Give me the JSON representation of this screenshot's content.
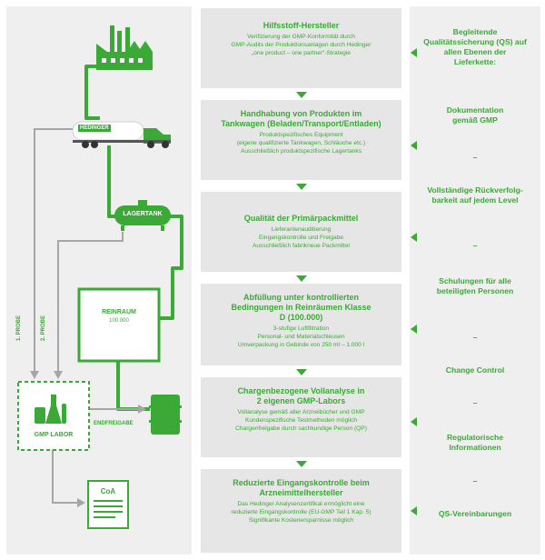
{
  "left": {
    "truck_brand": "HEDINGER",
    "tank_label": "LAGERTANK",
    "cleanroom_title": "REINRAUM",
    "cleanroom_sub": "100.000",
    "probe1": "1. PROBE",
    "probe2": "2. PROBE",
    "lab_label": "GMP LABOR",
    "release_label": "ENDFREIGABE",
    "coa_label": "CoA"
  },
  "steps": [
    {
      "title": "Hilfsstoff-Hersteller",
      "lines": [
        "Verifizierung der GMP-Konformität durch",
        "GMP-Audits der Produktionsanlagen durch  Hedinger",
        "„one product – one partner“-Strategie"
      ]
    },
    {
      "title": "Handhabung von Produkten im Tankwagen (Beladen/Transport/Entladen)",
      "lines": [
        "Produktspezifisches Equipment",
        "(eigene qualifizierte Tankwagen, Schläuche etc.)",
        "Ausschließlich produktspezifische Lagertanks"
      ]
    },
    {
      "title": "Qualität der Primärpackmittel",
      "lines": [
        "Lieferantenauditierung",
        "Eingangskontrolle und Freigabe",
        "Ausschließlich fabrikneue Packmittel"
      ]
    },
    {
      "title": "Abfüllung unter kontrollierten Bedingungen in Reinräumen Klasse D (100.000)",
      "lines": [
        "3-stufige Luftfiltration",
        "Personal- und Materialschleusen",
        "Umverpackung in Gebinde von 250 ml – 1.000 l"
      ]
    },
    {
      "title": "Chargenbezogene Vollanalyse in 2 eigenen GMP-Labors",
      "lines": [
        "Vollanalyse gemäß aller Arzneibücher und GMP",
        "Kundenspezifische Testmethoden möglich",
        "Chargenfreigabe durch sachkundige Person (QP)"
      ]
    },
    {
      "title": "Reduzierte Eingangskontrolle beim Arzneimittelhersteller",
      "lines": [
        "Das Hedinger Analysenzertifikat ermöglicht eine",
        "reduzierte Eingangskontrolle (EU-GMP Teil 1 Kap. 5)",
        "Signifikante Kostenersparnisse möglich"
      ]
    }
  ],
  "right": {
    "heading": "Begleitende Qualitätssicherung (QS) auf allen Ebenen der Lieferkette:",
    "items": [
      "Dokumentation gemäß GMP",
      "–",
      "Vollständige Rückverfolg-barkeit auf jedem Level",
      "–",
      "Schulungen für alle beteiligten Personen",
      "–",
      "Change Control",
      "–",
      "Regulatorische Informationen",
      "–",
      "QS-Vereinbarungen"
    ]
  },
  "colors": {
    "accent": "#3aa935",
    "panel": "#efefef",
    "step": "#e6e6e6",
    "gray_line": "#a6a6a6"
  }
}
